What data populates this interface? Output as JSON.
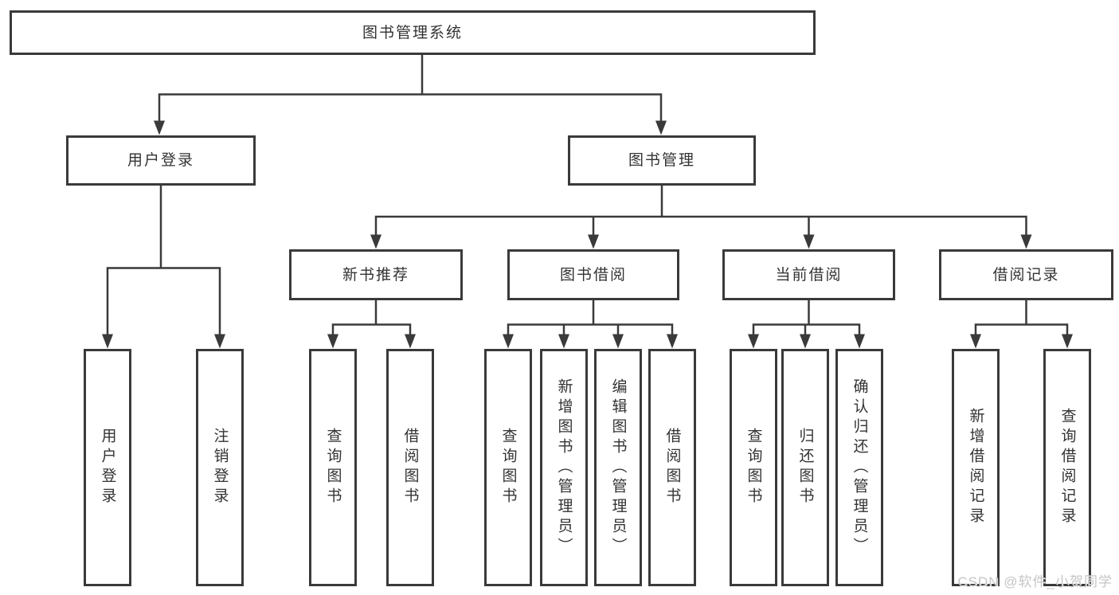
{
  "tree": {
    "root": "图书管理系统",
    "branches": [
      {
        "label": "用户登录",
        "children": [
          "用户登录",
          "注销登录"
        ]
      },
      {
        "label": "图书管理",
        "children": [
          {
            "label": "新书推荐",
            "children": [
              "查询图书",
              "借阅图书"
            ]
          },
          {
            "label": "图书借阅",
            "children": [
              "查询图书",
              "新增图书（管理员）",
              "编辑图书（管理员）",
              "借阅图书"
            ]
          },
          {
            "label": "当前借阅",
            "children": [
              "查询图书",
              "归还图书",
              "确认归还（管理员）"
            ]
          },
          {
            "label": "借阅记录",
            "children": [
              "新增借阅记录",
              "查询借阅记录"
            ]
          }
        ]
      }
    ]
  },
  "watermark": "CSDN @软件_小贺同学",
  "colors": {
    "line": "#3a3a3a",
    "text": "#333333",
    "watermark": "#c5c5c5",
    "bg": "#ffffff"
  }
}
